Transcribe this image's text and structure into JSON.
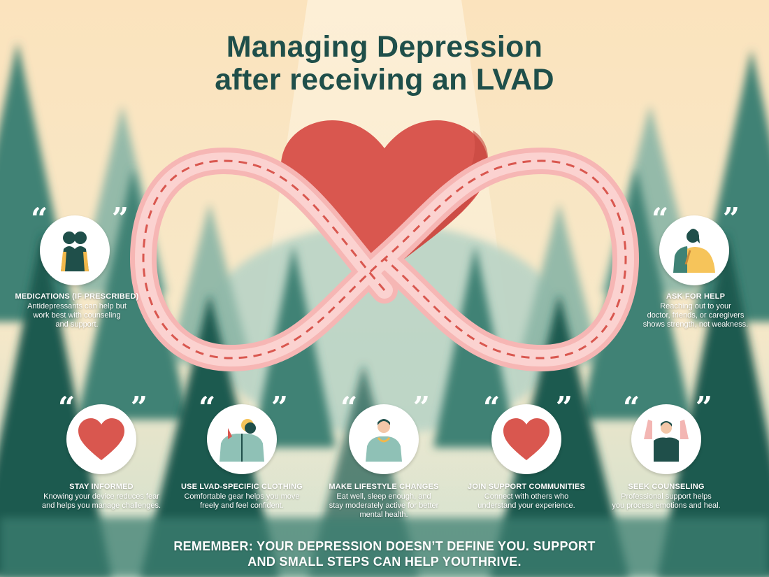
{
  "title": {
    "line1": "Managing Depression",
    "line2": "after receiving an LVAD"
  },
  "colors": {
    "sky_top": "#fbe3bd",
    "sky_bottom": "#f6e6c4",
    "tree_dark": "#1f5a4f",
    "tree_mid": "#3f8275",
    "tree_light": "#8fb8a8",
    "heart": "#d9574f",
    "infinity_road": "#f6b6b4",
    "road_dash": "#d9574f",
    "title_text": "#1f4f4a",
    "circle_bg": "#ffffff"
  },
  "quote_marks": {
    "open": "“",
    "close": "”"
  },
  "tips": [
    {
      "id": "medications",
      "heading": "MEDICATIONS (IF PRESCRIBED)",
      "desc": [
        "Antidepressants can help but",
        "work best with counseling",
        "and support."
      ],
      "icon": "couple-icon"
    },
    {
      "id": "ask-for-help",
      "heading": "ASK FOR HELP",
      "desc": [
        "Reaching out to your",
        "doctor, friends, or caregivers",
        "shows strength, not weakness."
      ],
      "icon": "person-with-helper-icon"
    },
    {
      "id": "stay-informed",
      "heading": "STAY INFORMED",
      "desc": [
        "Knowing your device reduces fear",
        "and helps you manage challenges."
      ],
      "icon": "heart-icon"
    },
    {
      "id": "lvad-clothing",
      "heading": "USE LVAD-SPECIFIC CLOTHING",
      "desc": [
        "Comfortable gear helps you move",
        "freely and feel confident."
      ],
      "icon": "clothing-icon"
    },
    {
      "id": "lifestyle",
      "heading": "MAKE LIFESTYLE CHANGES",
      "desc": [
        "Eat well, sleep enough, and",
        "stay moderately active for better",
        "mental health."
      ],
      "icon": "person-icon"
    },
    {
      "id": "support-communities",
      "heading": "JOIN SUPPORT COMMUNITIES",
      "desc": [
        "Connect with others who",
        "understand your experience."
      ],
      "icon": "heart-icon"
    },
    {
      "id": "counseling",
      "heading": "SEEK COUNSELING",
      "desc": [
        "Professional support helps",
        "you process emotions and heal."
      ],
      "icon": "raised-arms-person-icon"
    }
  ],
  "footer": {
    "line1": "REMEMBER: YOUR DEPRESSION DOESN’T DEFINE YOU. SUPPORT",
    "line2": "AND SMALL STEPS CAN HELP YOUTHRIVE."
  }
}
